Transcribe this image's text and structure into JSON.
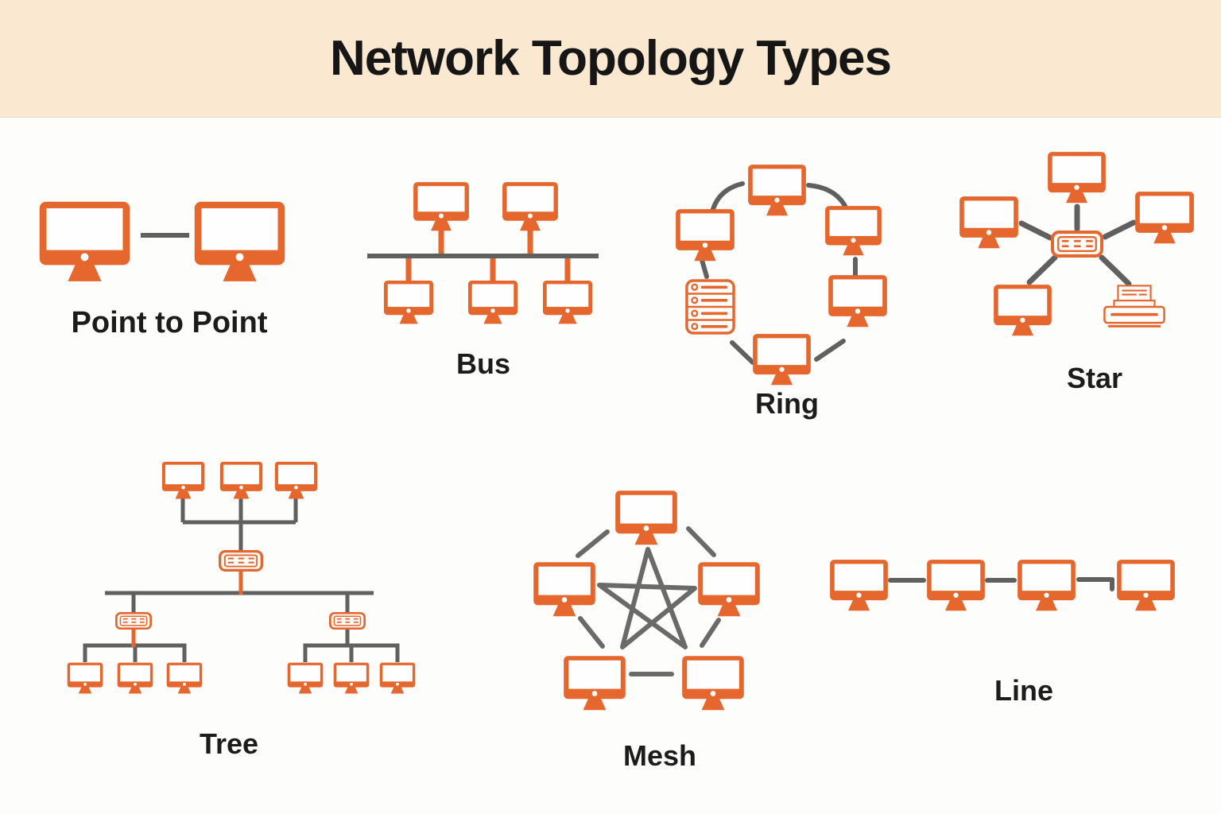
{
  "header": {
    "title": "Network Topology Types"
  },
  "colors": {
    "header_bg": "#FAE8D1",
    "canvas_bg": "#FDFDFC",
    "device_orange": "#E5672E",
    "link_gray": "#606060",
    "label_text": "#1C1C1C"
  },
  "icons": {
    "computer": "computer-monitor-icon",
    "server": "server-rack-icon",
    "hub": "network-hub-icon",
    "printer": "printer-icon"
  },
  "topologies": [
    {
      "id": "point-to-point",
      "label": "Point to Point",
      "devices": {
        "computers": 2
      },
      "links": 1
    },
    {
      "id": "bus",
      "label": "Bus",
      "devices": {
        "computers": 5
      },
      "links": 5
    },
    {
      "id": "ring",
      "label": "Ring",
      "devices": {
        "computers": 5,
        "servers": 1
      },
      "links": 6
    },
    {
      "id": "star",
      "label": "Star",
      "devices": {
        "computers": 4,
        "hubs": 1,
        "printers": 1
      },
      "links": 5
    },
    {
      "id": "tree",
      "label": "Tree",
      "devices": {
        "computers": 9,
        "hubs": 3
      },
      "links": 12
    },
    {
      "id": "mesh",
      "label": "Mesh",
      "devices": {
        "computers": 5
      },
      "links": 10
    },
    {
      "id": "line",
      "label": "Line",
      "devices": {
        "computers": 4
      },
      "links": 3
    }
  ]
}
